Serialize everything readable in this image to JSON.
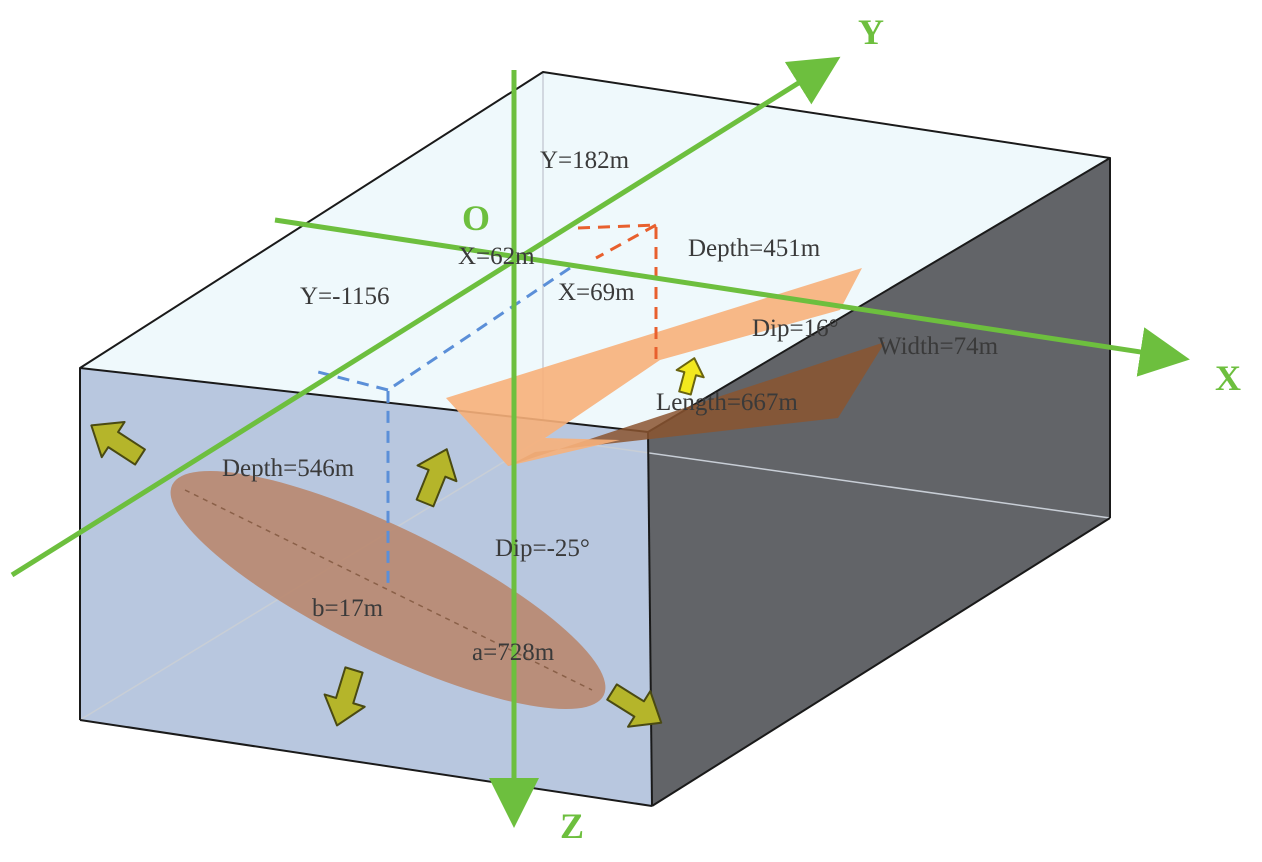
{
  "axes": {
    "x": "X",
    "y": "Y",
    "z": "Z",
    "origin": "O"
  },
  "top_labels": {
    "y_upper": "Y=182m",
    "y_lower": "Y=-1156",
    "x_left": "X=62m",
    "x_right": "X=69m"
  },
  "fault": {
    "depth": "Depth=451m",
    "dip": "Dip=16°",
    "width": "Width=74m",
    "length": "Length=667m"
  },
  "ellipsoid": {
    "depth": "Depth=546m",
    "dip": "Dip=-25°",
    "semi_minor": "b=17m",
    "semi_major": "a=728m"
  },
  "colors": {
    "top_face": "#eef8fc",
    "front_face": "#b4c4dd",
    "side_face": "#626468",
    "axis": "#6dbf3e",
    "fault_plane": "#f7b07a",
    "fault_shadow": "#8b5530",
    "ellipsoid": "#b88468",
    "arrow": "#b5b52a",
    "dash_blue": "#5b8fd8",
    "dash_red": "#e8602e"
  }
}
